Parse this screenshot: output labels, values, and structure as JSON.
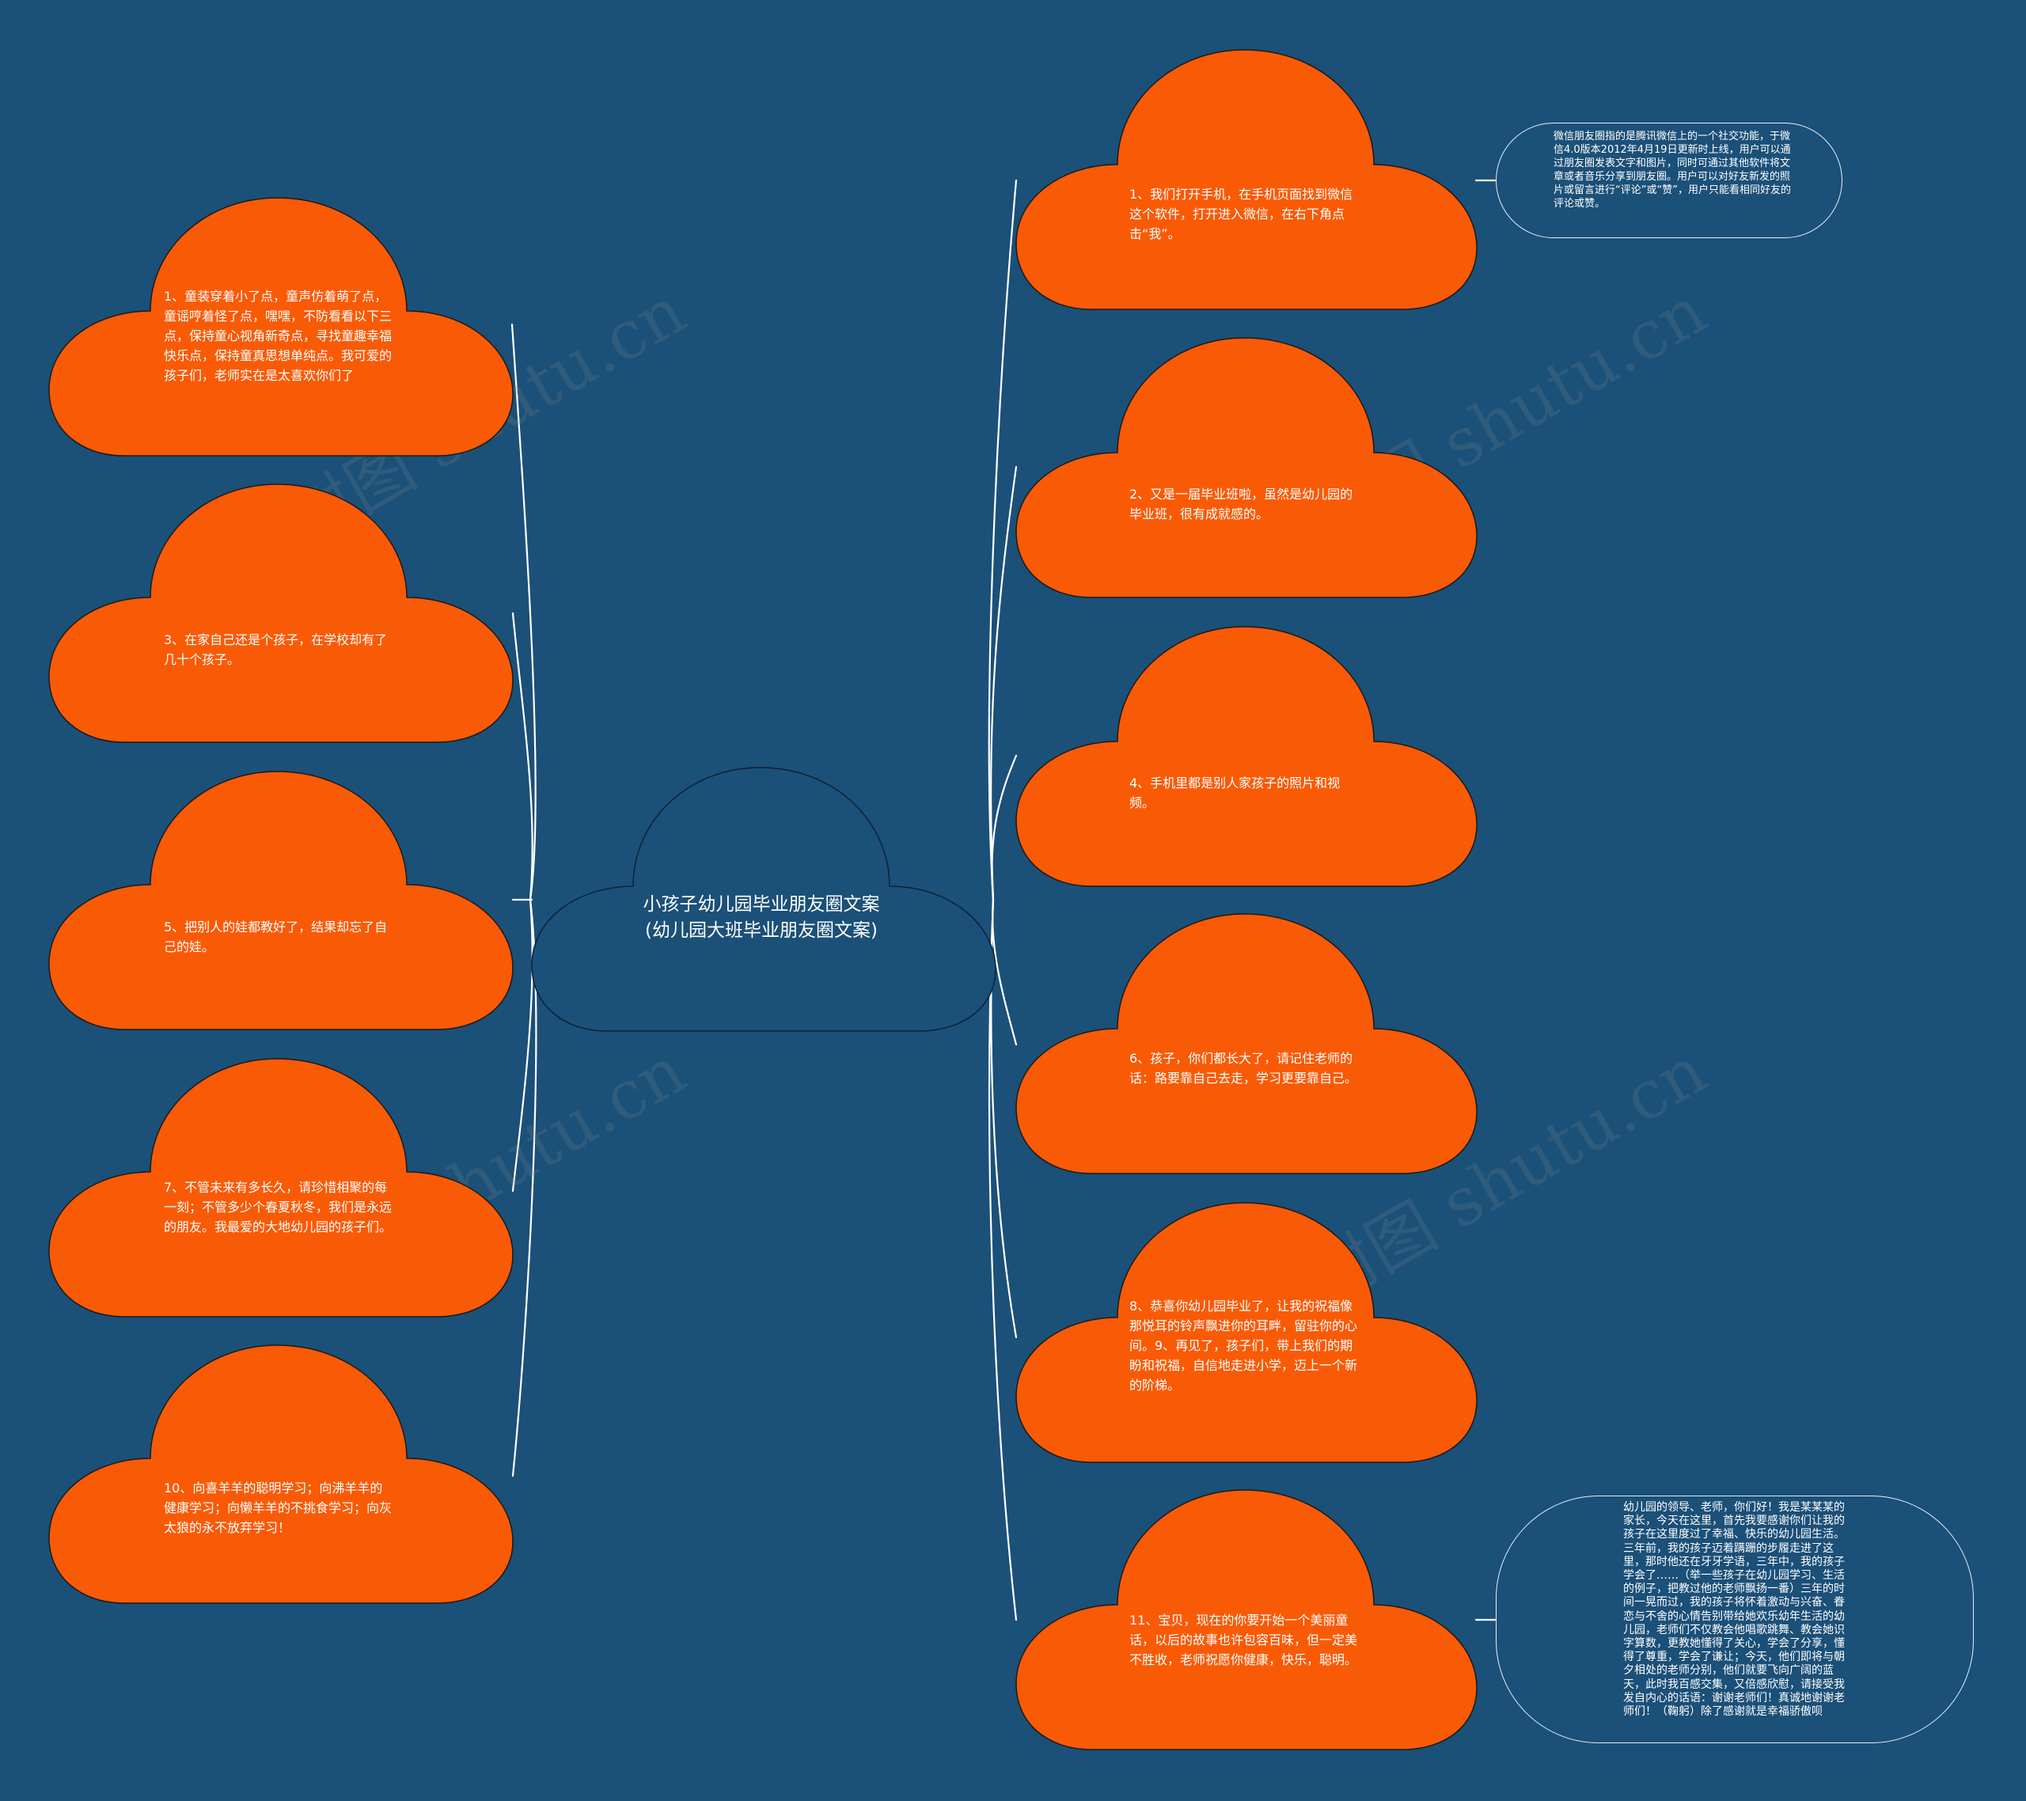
{
  "center": {
    "title": "小孩子幼儿园毕业朋友圈文案(幼儿园大班毕业朋友圈文案)"
  },
  "left_nodes": [
    {
      "text": "1、童装穿着小了点，童声仿着萌了点，童谣哼着怪了点，嘿嘿，不防看看以下三点，保持童心视角新奇点，寻找童趣幸福快乐点，保持童真思想单纯点。我可爱的孩子们，老师实在是太喜欢你们了"
    },
    {
      "text": "3、在家自己还是个孩子，在学校却有了几十个孩子。"
    },
    {
      "text": "5、把别人的娃都教好了，结果却忘了自己的娃。"
    },
    {
      "text": "7、不管未来有多长久，请珍惜相聚的每一刻；不管多少个春夏秋冬，我们是永远的朋友。我最爱的大地幼儿园的孩子们。"
    },
    {
      "text": "10、向喜羊羊的聪明学习；向沸羊羊的健康学习；向懒羊羊的不挑食学习；向灰太狼的永不放弃学习！"
    }
  ],
  "right_nodes": [
    {
      "text": "1、我们打开手机，在手机页面找到微信这个软件，打开进入微信，在右下角点击“我”。"
    },
    {
      "text": "2、又是一届毕业班啦，虽然是幼儿园的毕业班，很有成就感的。"
    },
    {
      "text": "4、手机里都是别人家孩子的照片和视频。"
    },
    {
      "text": "6、孩子，你们都长大了，请记住老师的话：路要靠自己去走，学习更要靠自己。"
    },
    {
      "text": "8、恭喜你幼儿园毕业了，让我的祝福像那悦耳的铃声飘进你的耳畔，留驻你的心间。9、再见了，孩子们，带上我们的期盼和祝福，自信地走进小学，迈上一个新的阶梯。"
    },
    {
      "text": "11、宝贝，现在的你要开始一个美丽童话，以后的故事也许包容百味，但一定美不胜收，老师祝愿你健康，快乐，聪明。"
    }
  ],
  "notes": [
    {
      "text": "微信朋友圈指的是腾讯微信上的一个社交功能，于微信4.0版本2012年4月19日更新时上线，用户可以通过朋友圈发表文字和图片，同时可通过其他软件将文章或者音乐分享到朋友圈。用户可以对好友新发的照片或留言进行“评论”或“赞”，用户只能看相同好友的评论或赞。"
    },
    {
      "text": "幼儿园的领导、老师，你们好！我是某某某的家长，今天在这里，首先我要感谢你们让我的孩子在这里度过了幸福、快乐的幼儿园生活。三年前，我的孩子迈着蹒跚的步履走进了这里，那时他还在牙牙学语，三年中，我的孩子学会了……（举一些孩子在幼儿园学习、生活的例子，把教过他的老师飘扬一番）三年的时间一晃而过，我的孩子将怀着激动与兴奋、眷恋与不舍的心情告别带给她欢乐幼年生活的幼儿园，老师们不仅教会他唱歌跳舞、教会她识字算数，更教她懂得了关心，学会了分享，懂得了尊重，学会了谦让；今天，他们即将与朝夕相处的老师分别，他们就要飞向广阔的蓝天，此时我百感交集，又倍感欣慰，请接受我发自内心的话语：谢谢老师们！真诚地谢谢老师们！（鞠躬）除了感谢就是幸福骄傲呗"
    }
  ],
  "watermark": "树图 shutu.cn",
  "colors": {
    "background": "#1b5078",
    "cloud_fill": "#f95a06",
    "center_fill": "#1b5078",
    "line": "#ffffff"
  }
}
